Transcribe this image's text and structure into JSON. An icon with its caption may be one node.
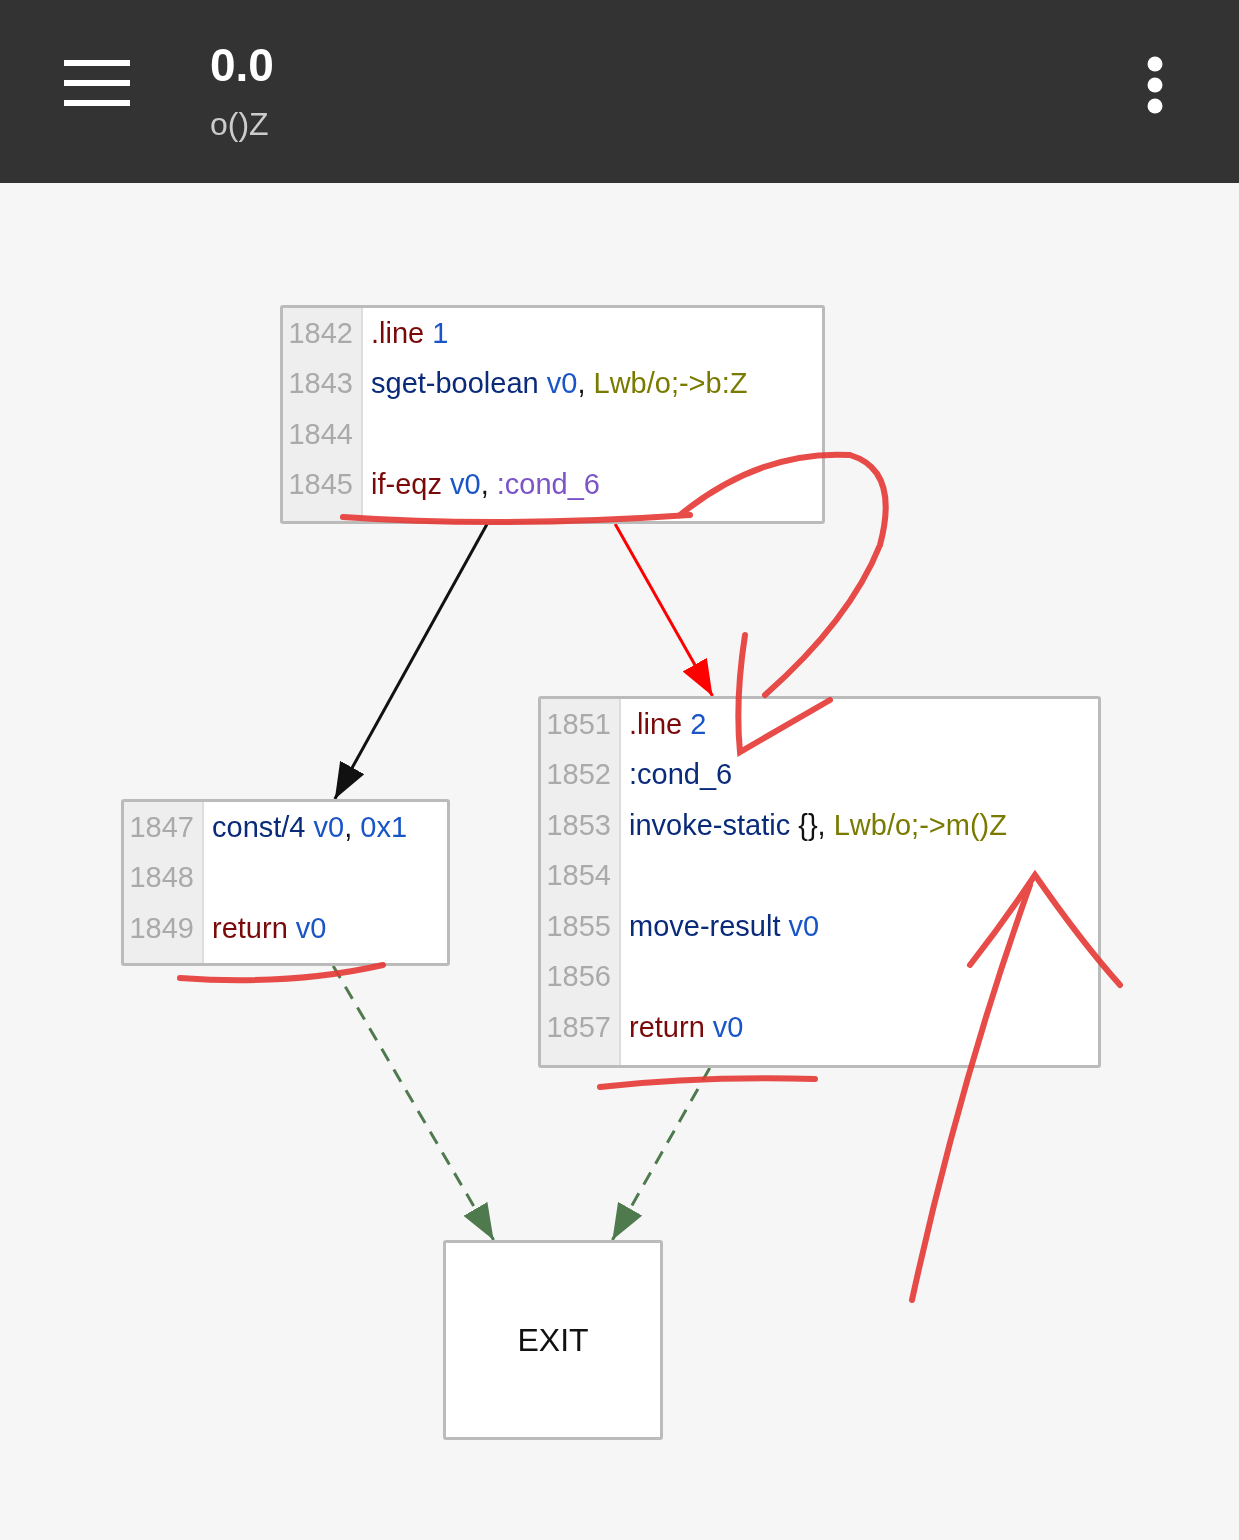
{
  "diagram": {
    "title": "0.0",
    "nodes": [
      {
        "text": [
          "1842 .line 1",
          "1843 sget-boolean v0, Lwb/o;->b:Z",
          "1844",
          "1845 if-eqz v0, :cond_6"
        ]
      },
      {
        "text": [
          "1847 const/4 v0, 0x1",
          "1848",
          "1849 return v0"
        ]
      },
      {
        "text": [
          "1851 .line 2",
          "1852 :cond_6",
          "1853 invoke-static {}, Lwb/o;->m()Z",
          "1854",
          "1855 move-result v0",
          "1856",
          "1857 return v0"
        ]
      },
      {
        "text": [
          "EXIT"
        ]
      }
    ],
    "edges": [
      {
        "from": 0,
        "to": 1,
        "arrow": "to",
        "color": "#111111"
      },
      {
        "from": 0,
        "to": 2,
        "arrow": "to",
        "color": "#ff0000"
      },
      {
        "from": 1,
        "to": 3,
        "arrow": "to",
        "style": "dashed",
        "color": "#4e7a4e"
      },
      {
        "from": 2,
        "to": 3,
        "arrow": "to",
        "style": "dashed",
        "color": "#4e7a4e"
      }
    ],
    "labels": [
      "o()Z"
    ]
  }
}
